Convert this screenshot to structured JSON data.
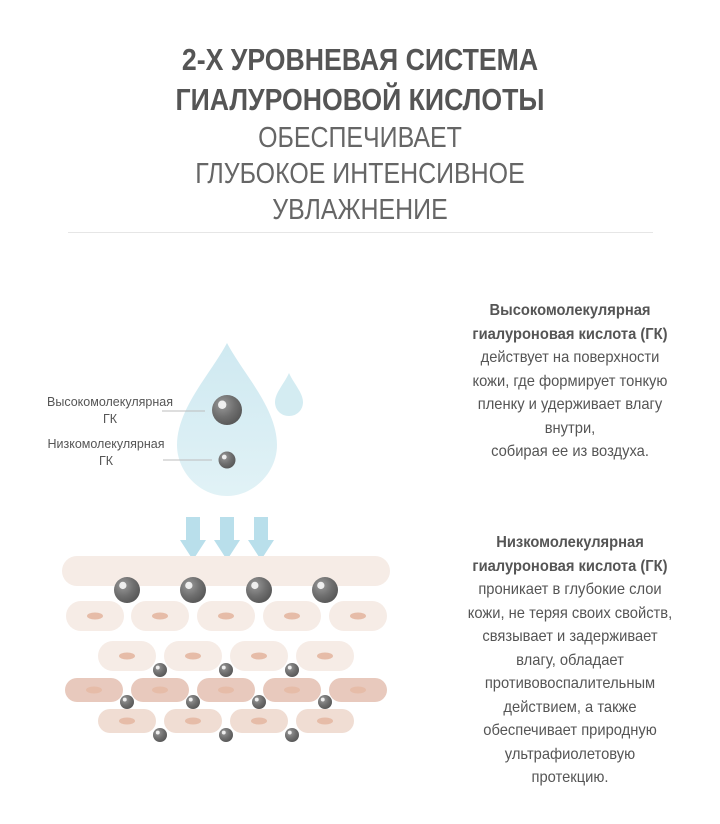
{
  "header": {
    "title_lines": [
      "2-Х УРОВНЕВАЯ СИСТЕМА",
      "ГИАЛУРОНОВОЙ КИСЛОТЫ"
    ],
    "subtitle_lines": [
      "ОБЕСПЕЧИВАЕТ",
      "ГЛУБОКОЕ ИНТЕНСИВНОЕ",
      "УВЛАЖНЕНИЕ"
    ]
  },
  "diagram": {
    "label_high": [
      "Высокомолекулярная",
      "ГК"
    ],
    "label_low": [
      "Низкомолекулярная",
      "ГК"
    ]
  },
  "high_block": {
    "heading_lines": [
      "Высокомолекулярная",
      "гиалуроновая кислота (ГК)"
    ],
    "text_lines": [
      "действует на поверхности",
      "кожи, где формирует тонкую",
      "пленку и удерживает влагу",
      "внутри,",
      "собирая ее из воздуха."
    ]
  },
  "low_block": {
    "heading_lines": [
      "Низкомолекулярная",
      "гиалуроновая кислота (ГК)"
    ],
    "text_lines": [
      "проникает в глубокие слои",
      "кожи, не теряя своих свойств,",
      "связывает и задерживает",
      "влагу, обладает",
      "противовоспалительным",
      "действием, а также",
      "обеспечивает природную",
      "ультрафиолетовую",
      "протекцию."
    ]
  },
  "colors": {
    "drop": "#d4ecf2",
    "arrow": "#b9dfeb",
    "cell_light": "#f6ece6",
    "cell_mid": "#f0ddd3",
    "cell_dark": "#e8c9bd",
    "nucleus": "#e6bca8",
    "molecule": "#6f6f6f"
  }
}
